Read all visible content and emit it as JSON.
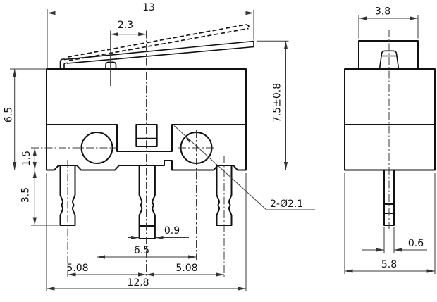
{
  "front_view": {
    "label_total_length": "13",
    "label_plunger_offset": "2.3",
    "label_body_height": "6.5",
    "label_overall_height": "7.5±0.8",
    "label_base_to_hole_center": "1.5",
    "label_terminal_length": "3.5",
    "label_mounting_holes": "2-Ø2.1",
    "label_terminal_width": "0.9",
    "label_hole_spacing": "6.5",
    "label_terminal_pitch_left": "5.08",
    "label_terminal_pitch_right": "5.08",
    "label_body_width": "12.8"
  },
  "side_view": {
    "label_lever_width": "3.8",
    "label_terminal_thickness": "0.6",
    "label_body_depth": "5.8"
  },
  "style": {
    "line_color": "#111111",
    "dim_color": "#3a3a3a",
    "background": "#ffffff"
  }
}
